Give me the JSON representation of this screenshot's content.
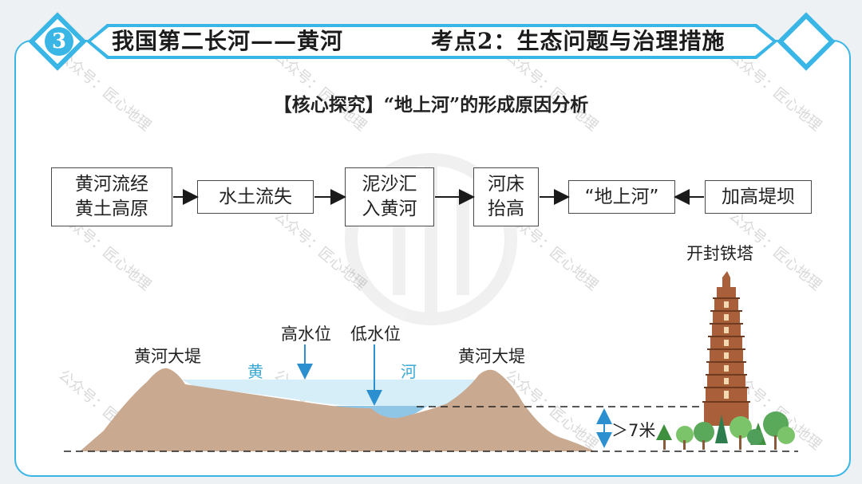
{
  "header": {
    "badge_number": "3",
    "title_left": "我国第二长河——黄河",
    "title_right": "考点2：生态问题与治理措施"
  },
  "section_title": "【核心探究】“地上河”的形成原因分析",
  "flow": {
    "box1": "黄河流经\n黄土高原",
    "box2": "水土流失",
    "box3": "泥沙汇\n入黄河",
    "box4": "河床\n抬高",
    "box5": "“地上河”",
    "box6": "加高堤坝"
  },
  "diagram": {
    "left_dike": "黄河大堤",
    "right_dike": "黄河大堤",
    "high_water": "高水位",
    "low_water": "低水位",
    "river_char_1": "黄",
    "river_char_2": "河",
    "height_label": "＞7米",
    "tower": "开封铁塔"
  },
  "watermark": "公众号：匠心地理",
  "colors": {
    "accent": "#39b6e6",
    "earth": "#c9a98f",
    "high_water": "#d6eef8",
    "low_water": "#8fc6e6",
    "tower": "#a9603a",
    "tree": "#5aa85a"
  }
}
